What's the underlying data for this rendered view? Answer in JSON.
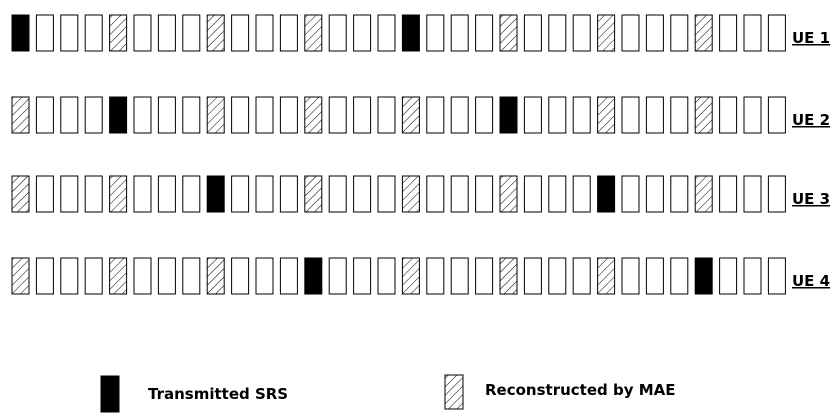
{
  "colors": {
    "background": "#ffffff",
    "transmitted": "#000000",
    "outline": "#000000"
  },
  "rows": [
    {
      "label": "UE 1",
      "slots": "TEEESEEESEEESEEETEEESEEESEEESEEE"
    },
    {
      "label": "UE 2",
      "slots": "SEEETEEESEEESEEESEEETEEESEEESEEE"
    },
    {
      "label": "UE 3",
      "slots": "SEEESEEETEEESEEESEEESEEETEEESEEE"
    },
    {
      "label": "UE 4",
      "slots": "SEEESEEESEEETEEESEEESEEESEEETEEE"
    }
  ],
  "legend": {
    "transmitted_label": "Transmitted SRS",
    "reconstructed_label": "Reconstructed by MAE"
  }
}
